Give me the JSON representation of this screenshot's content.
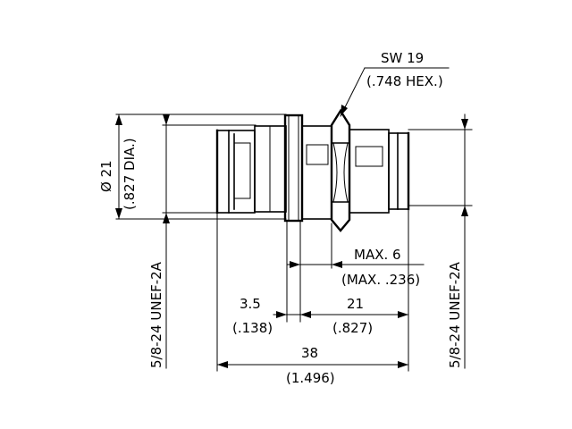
{
  "drawing": {
    "wrench_size": "SW 19",
    "wrench_size_inch": "(.748 HEX.)",
    "diameter": "Ø 21",
    "diameter_inch": "(.827 DIA.)",
    "thread_left": "5/8-24 UNEF-2A",
    "thread_right": "5/8-24 UNEF-2A",
    "max_panel": "MAX. 6",
    "max_panel_inch": "(MAX. .236)",
    "dim_flange": "3.5",
    "dim_flange_inch": "(.138)",
    "dim_body": "21",
    "dim_body_inch": "(.827)",
    "dim_overall": "38",
    "dim_overall_inch": "(1.496)"
  }
}
